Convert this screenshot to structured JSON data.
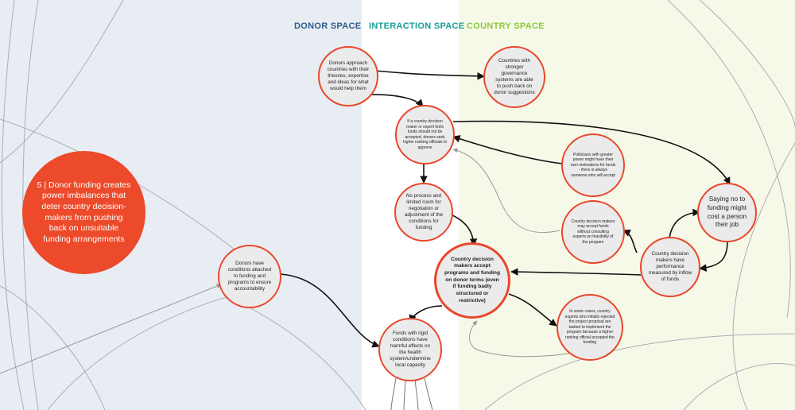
{
  "regions": {
    "donor": {
      "title": "DONOR SPACE",
      "color": "#2d5b8a"
    },
    "interaction": {
      "title": "INTERACTION SPACE",
      "color": "#1a9e94"
    },
    "country": {
      "title": "COUNTRY SPACE",
      "color": "#8dc63f"
    }
  },
  "colors": {
    "accent": "#ec4a2a",
    "node_fill": "#ebebeb",
    "node_border": "#e8472b"
  },
  "nodes": {
    "title": "5 | Donor funding creates power imbalances that deter country decision-makers from pushing back on unsuitable funding arrangements",
    "donors_approach": "Donors approach countries with their theories, expertise and ideas for what would help them",
    "stronger_governance": "Countries with stronger governance systems are able to push back on donor suggestions",
    "seek_higher_officials": "If a country decision maker or expert feels funds should not be accepted, donors seek higher ranking officials to approve",
    "politicians": "Politicians with greater power might have their own motivations for funds - there is always someone who will accept",
    "no_process": "No process and limited room for negotiation or adjustment of the conditions for funding",
    "accept_without_experts": "Country decision makers may accept funds without consulting experts on feasibility of the program",
    "saying_no": "Saying no to funding might cost a person their job",
    "performance_inflow": "Country decision makers have performance measured by inflow of funds",
    "accept_programs": "Country decision makers accept programs and funding on donor terms (even if funding badly structured or restrictive)",
    "donor_conditions": "Donors have conditions attached to funding and programs to ensure accountability",
    "rigid_conditions": "Funds with rigid conditions have harmful effects on the health system/undermine local capacity",
    "experts_implement": "In some cases, country experts who initially rejected the project proposal are tasked to implement the program because a higher ranking official accepted the funding"
  }
}
